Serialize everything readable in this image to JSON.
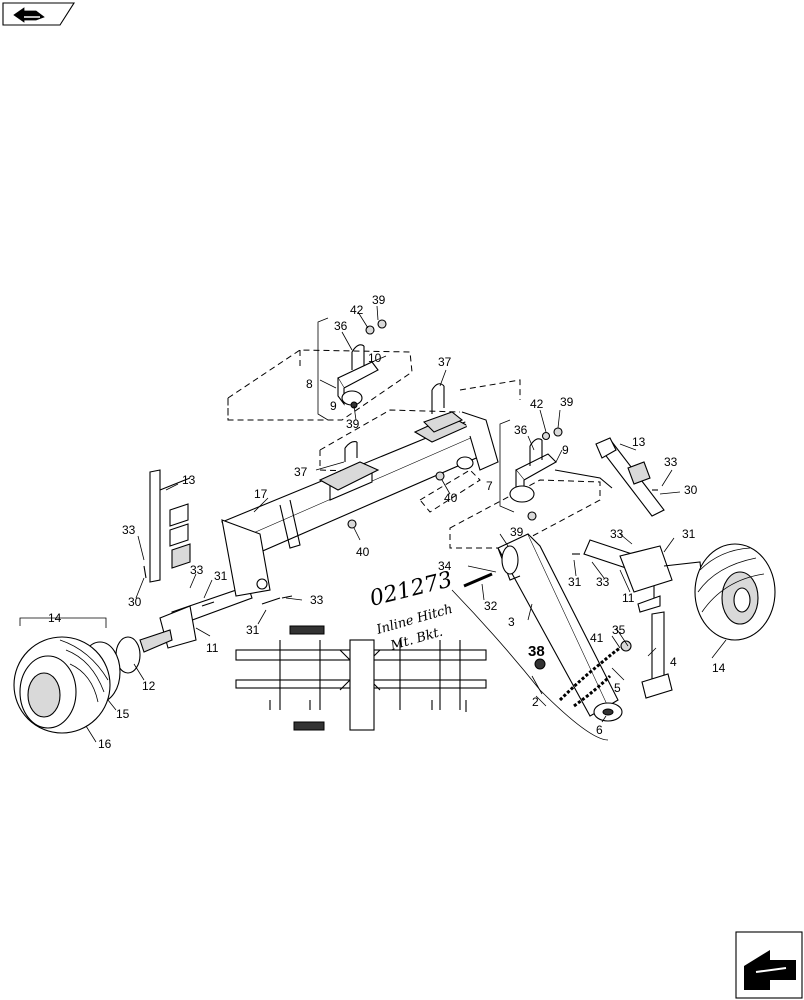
{
  "navigation": {
    "back_icon": "arrow-back-icon",
    "next_icon": "arrow-next-icon"
  },
  "callouts": {
    "c1": "39",
    "c2": "42",
    "c3": "36",
    "c4": "10",
    "c5": "8",
    "c6": "9",
    "c7": "39",
    "c8": "37",
    "c9": "37",
    "c10": "40",
    "c11": "40",
    "c12": "42",
    "c13": "39",
    "c14": "36",
    "c15": "9",
    "c16": "7",
    "c17": "13",
    "c18": "33",
    "c19": "30",
    "c20": "13",
    "c21": "17",
    "c22": "33",
    "c23": "30",
    "c24": "33",
    "c25": "31",
    "c26": "33",
    "c27": "31",
    "c28": "11",
    "c29": "14",
    "c30": "12",
    "c31": "15",
    "c32": "16",
    "c33": "39",
    "c34": "34",
    "c35": "32",
    "c36": "33",
    "c37": "31",
    "c38": "31",
    "c39": "33",
    "c40": "11",
    "c41": "3",
    "c42": "35",
    "c43": "41",
    "c44": "4",
    "c45": "5",
    "c46": "38",
    "c47": "2",
    "c48": "6",
    "c49": "14"
  },
  "handwritten": {
    "number": "021273",
    "note_line1": "Inline Hitch",
    "note_line2": "Mt. Bkt."
  }
}
